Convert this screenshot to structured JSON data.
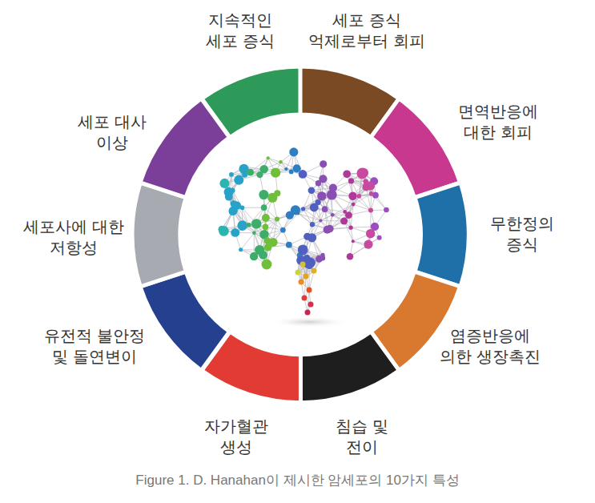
{
  "diagram": {
    "caption": "Figure 1.  D. Hanahan이 제시한 암세포의 10가지 특성",
    "nodes": [
      {
        "text": [
          "지속적인 세포 증식"
        ]
      },
      {
        "text": [
          "세포 증식 억제로부터 회피"
        ]
      },
      {
        "text": [
          "면역반응에 대한 회피"
        ]
      },
      {
        "text": [
          "무한정의 증식"
        ]
      },
      {
        "text": [
          "염증반응에 의한 생장촉진"
        ]
      },
      {
        "text": [
          "침습 및 전이"
        ]
      },
      {
        "text": [
          "자가혈관 생성"
        ]
      },
      {
        "text": [
          "유전적 불안정 및 돌연변이"
        ]
      },
      {
        "text": [
          "세포사에 대한 저항성"
        ]
      },
      {
        "text": [
          "세포 대사 이상"
        ]
      }
    ]
  }
}
